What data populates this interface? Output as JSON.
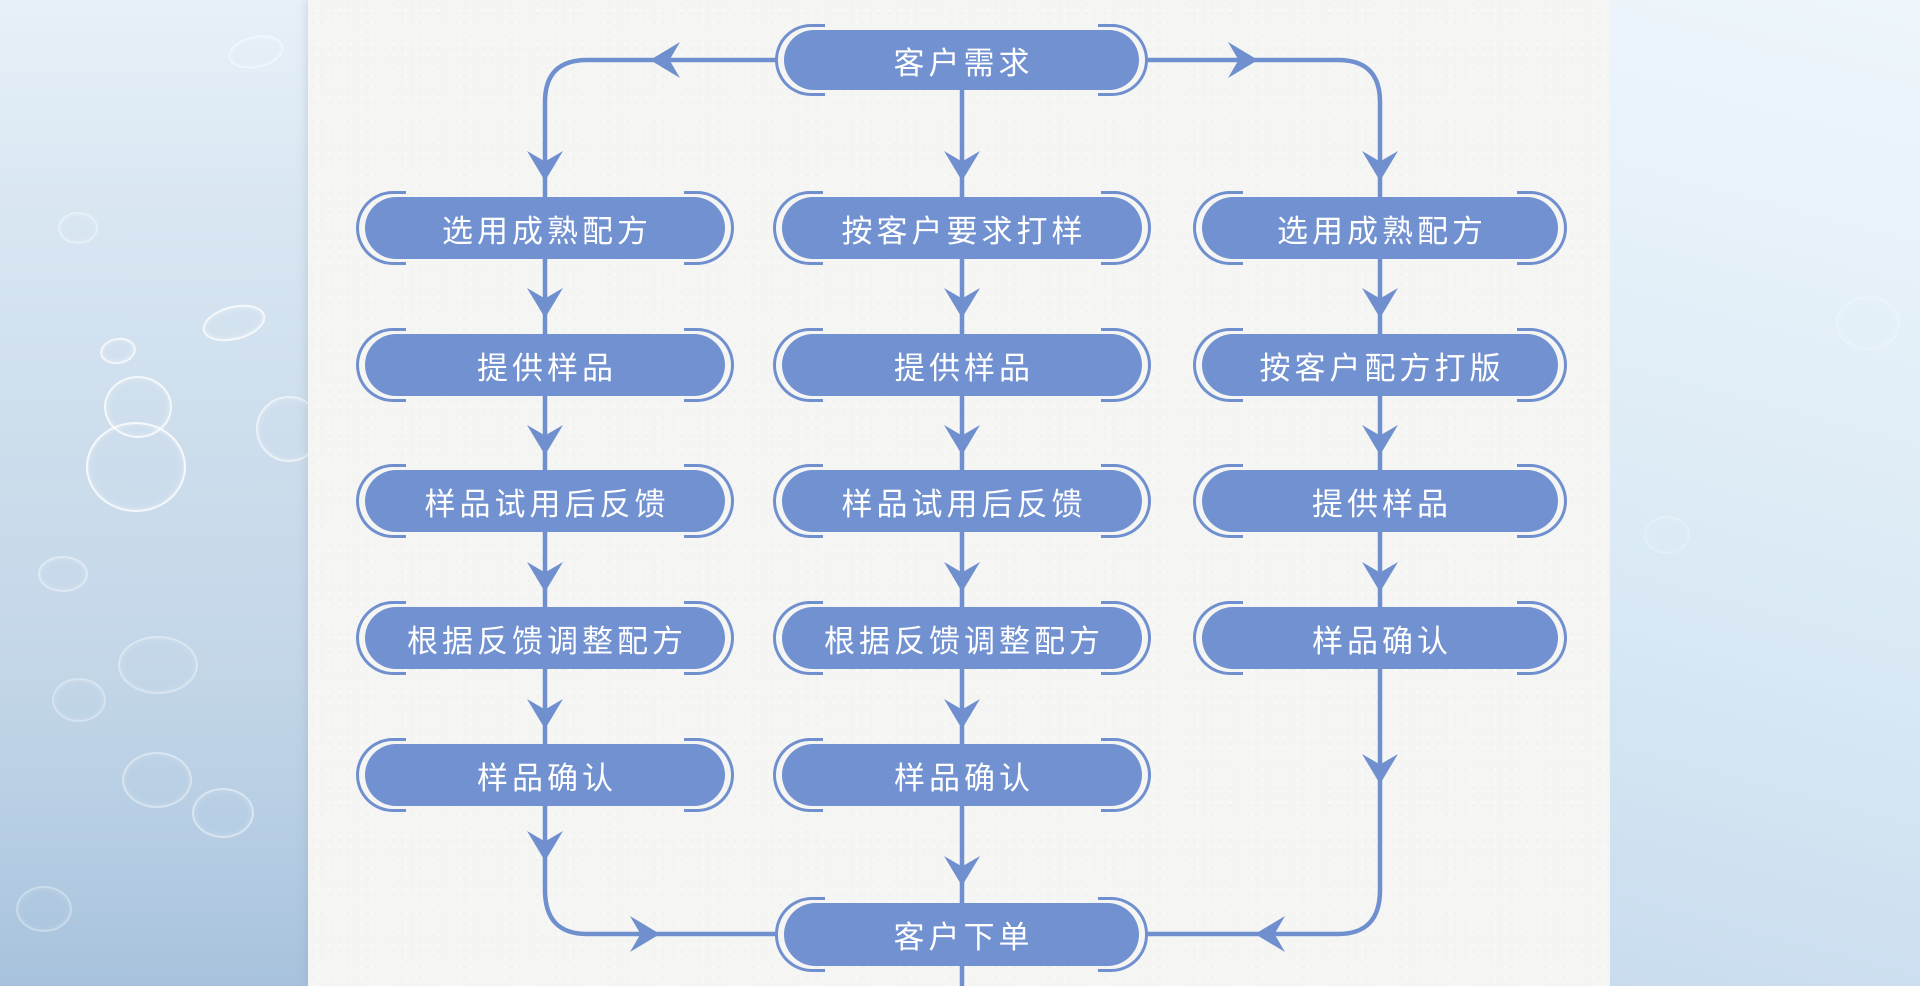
{
  "flowchart": {
    "start_node": {
      "label": "客户需求"
    },
    "end_node": {
      "label": "客户下单"
    },
    "branches": {
      "left": {
        "steps": [
          "选用成熟配方",
          "提供样品",
          "样品试用后反馈",
          "根据反馈调整配方",
          "样品确认"
        ]
      },
      "middle": {
        "steps": [
          "按客户要求打样",
          "提供样品",
          "样品试用后反馈",
          "根据反馈调整配方",
          "样品确认"
        ]
      },
      "right": {
        "steps": [
          "选用成熟配方",
          "按客户配方打版",
          "提供样品",
          "样品确认"
        ]
      }
    },
    "colors": {
      "node_fill": "#7291d1",
      "connector": "#6f8fcf",
      "node_text": "#ffffff"
    }
  }
}
